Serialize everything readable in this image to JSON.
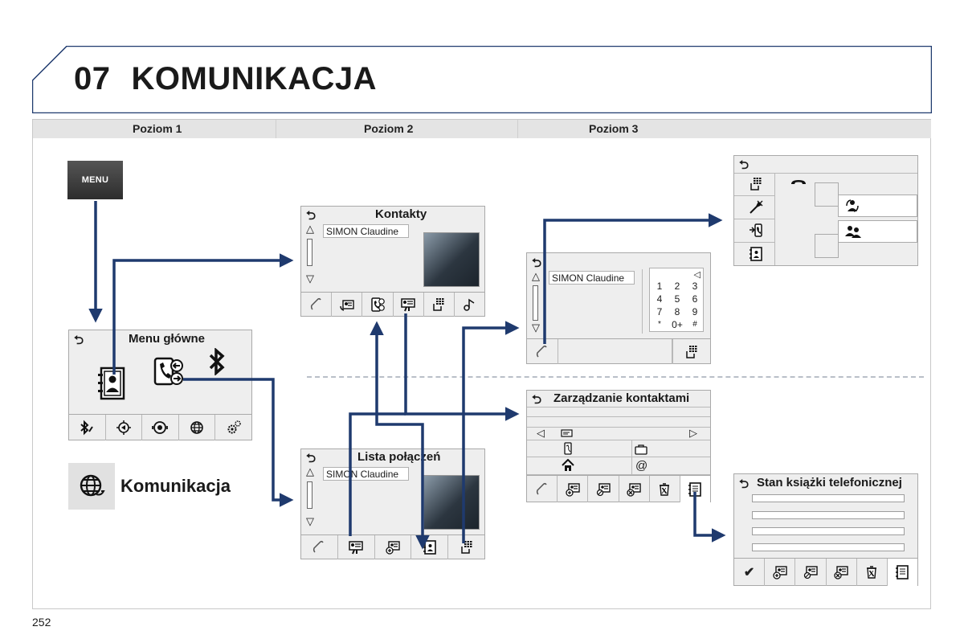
{
  "header": {
    "chapter_number": "07",
    "chapter_title": "KOMUNIKACJA"
  },
  "levels": [
    "Poziom 1",
    "Poziom 2",
    "Poziom 3"
  ],
  "menu_button": {
    "label": "MENU"
  },
  "main_menu": {
    "back": "⮌",
    "title": "Menu główne",
    "toolbar": [
      "bluetooth-audio-icon",
      "navigation-icon",
      "radio-icon",
      "internet-icon",
      "settings-icon"
    ]
  },
  "komunikacja": {
    "label": "Komunikacja"
  },
  "contacts_screen": {
    "back": "⮌",
    "title": "Kontakty",
    "name": "SIMON Claudine",
    "up": "△",
    "down": "▽",
    "toolbar": [
      "call-icon",
      "contact-card-icon",
      "call-history-icon",
      "contact-manage-icon",
      "keypad-icon",
      "ringtone-icon"
    ]
  },
  "call_list_screen": {
    "back": "⮌",
    "title": "Lista połączeń",
    "name": "SIMON Claudine",
    "up": "△",
    "down": "▽",
    "toolbar": [
      "call-icon",
      "contact-manage-icon",
      "add-contact-icon",
      "phonebook-icon",
      "keypad-icon"
    ]
  },
  "dial_screen": {
    "back": "⮌",
    "name": "SIMON Claudine",
    "up": "△",
    "down": "▽",
    "delete": "◁",
    "keys": [
      "1",
      "2",
      "3",
      "4",
      "5",
      "6",
      "7",
      "8",
      "9",
      "*",
      "0+",
      "#"
    ]
  },
  "in_call_screen": {
    "back": "⮌",
    "phone_symbol": "☎"
  },
  "manage_screen": {
    "back": "⮌",
    "title": "Zarządzanie kontaktami",
    "prev": "◁",
    "next": "▷",
    "email_symbol": "@",
    "toolbar": [
      "call-icon",
      "add-contact-icon",
      "search-contact-icon",
      "delete-contact-icon",
      "trash-icon",
      "phonebook-icon"
    ]
  },
  "phonebook_status_screen": {
    "back": "⮌",
    "title": "Stan książki telefonicznej",
    "confirm": "✔",
    "toolbar": [
      "confirm-icon",
      "add-contact-icon",
      "search-contact-icon",
      "delete-contact-icon",
      "trash-icon",
      "phonebook-icon"
    ]
  },
  "page_number": "252"
}
